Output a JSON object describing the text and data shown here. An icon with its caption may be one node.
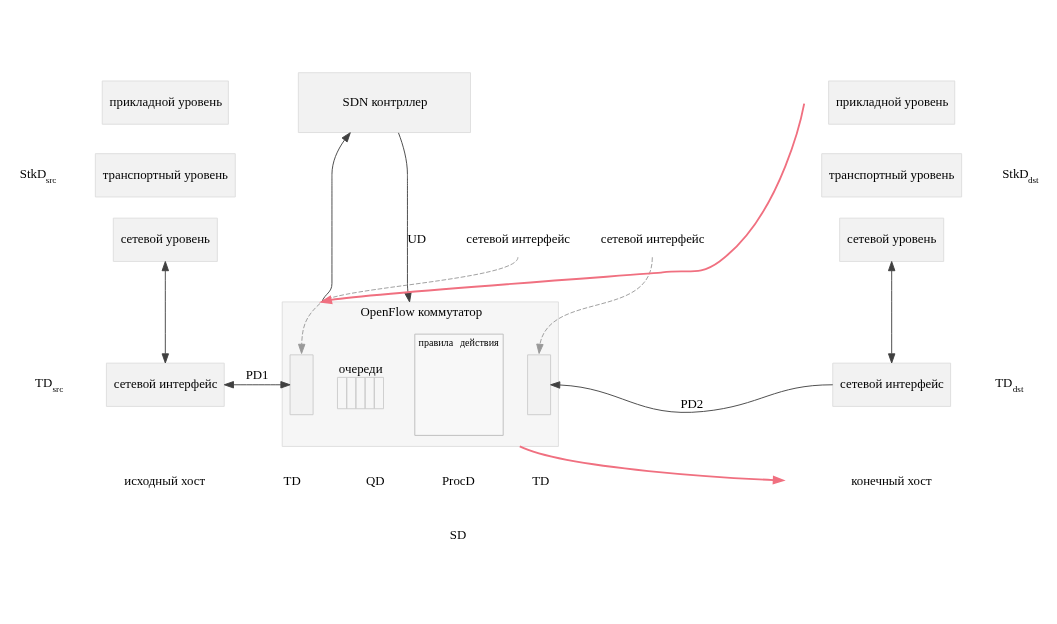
{
  "diagram": {
    "nodes": [
      {
        "text": [
          "прикладной уровень"
        ]
      },
      {
        "text": [
          "транспортный уровень"
        ]
      },
      {
        "text": [
          "сетевой уровень"
        ]
      },
      {
        "text": [
          "сетевой интерфейс"
        ]
      },
      {
        "text": [
          "SDN контрллер"
        ]
      },
      {
        "text": [
          "OpenFlow коммутатор"
        ]
      },
      {
        "text": [],
        "shape": "box",
        "in": 5
      },
      {
        "text": [
          "очереди"
        ],
        "in": 5
      },
      {
        "text": [
          "правила",
          "действия"
        ],
        "in": 5
      },
      {
        "text": [],
        "shape": "box",
        "in": 5
      },
      {
        "text": [
          "сетевой интерфейс"
        ]
      },
      {
        "text": [
          "сетевой интерфейс"
        ]
      },
      {
        "text": [
          "прикладной уровень"
        ]
      },
      {
        "text": [
          "транспортный уровень"
        ]
      },
      {
        "text": [
          "сетевой уровень"
        ]
      },
      {
        "text": [
          "сетевой интерфейс"
        ]
      }
    ],
    "edges": [
      {
        "from": 5,
        "to": 4,
        "arrow": "to"
      },
      {
        "from": 4,
        "to": 5,
        "arrow": "to",
        "label": "UD"
      },
      {
        "from": 2,
        "to": 3,
        "arrow": "both"
      },
      {
        "from": 3,
        "to": 6,
        "arrow": "both",
        "label": "PD1"
      },
      {
        "from": 15,
        "to": 9,
        "arrow": "to",
        "label": "PD2"
      },
      {
        "from": 14,
        "to": 15,
        "arrow": "both"
      },
      {
        "from": 10,
        "to": 6,
        "arrow": "to",
        "style": "dashed"
      },
      {
        "from": 11,
        "to": 9,
        "arrow": "to",
        "style": "dashed"
      },
      {
        "from": null,
        "to": 5,
        "arrow": "to",
        "color": "#f07080"
      },
      {
        "from": 5,
        "to": null,
        "arrow": "to",
        "color": "#f07080"
      }
    ],
    "labels": [
      "StkD$_{src}$",
      "TD$_{src}$",
      "StkD$_{dst}$",
      "TD$_{dst}$",
      "TD",
      "QD",
      "ProcD",
      "TD",
      "исходный хост",
      "конечный хост",
      "SD"
    ]
  }
}
